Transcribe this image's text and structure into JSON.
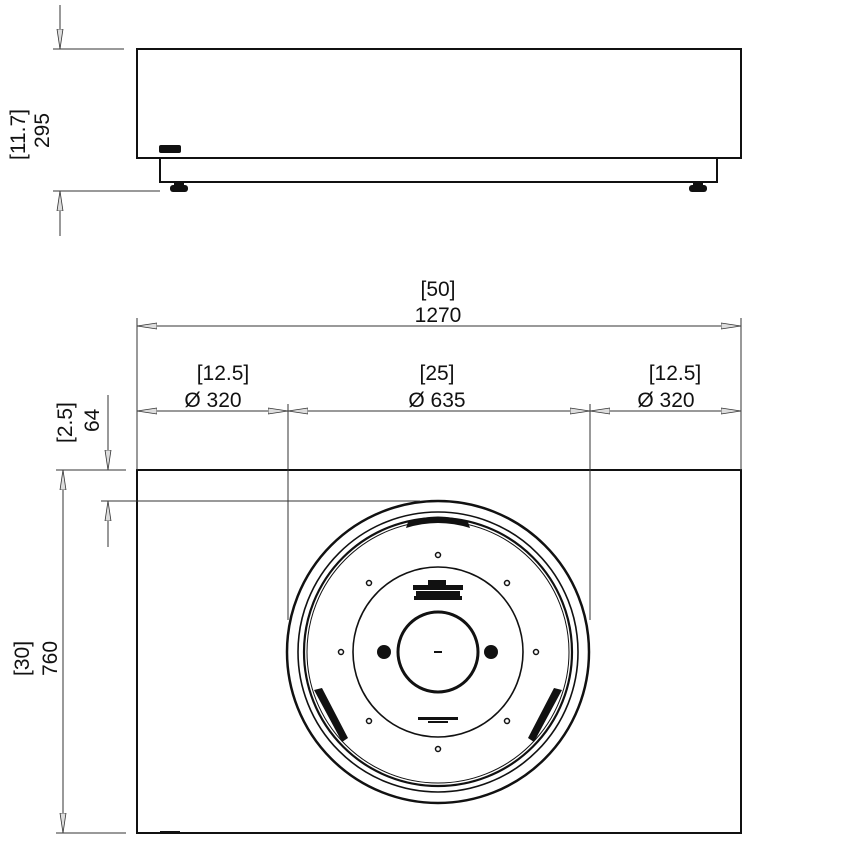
{
  "drawing": {
    "type": "technical-dimension-drawing",
    "views": [
      "side-elevation",
      "top-plan"
    ],
    "units": {
      "primary": "mm",
      "secondary": "in (bracketed)"
    },
    "colors": {
      "line": "#111111",
      "background": "#ffffff",
      "dim_line": "#333333"
    }
  },
  "side_view": {
    "height": {
      "mm": "295",
      "in": "[11.7]"
    }
  },
  "top_view": {
    "overall_width": {
      "mm": "1270",
      "in": "[50]"
    },
    "left_margin": {
      "mm": "Ø 320",
      "in": "[12.5]"
    },
    "burner_diameter": {
      "mm": "Ø 635",
      "in": "[25]"
    },
    "right_margin": {
      "mm": "Ø 320",
      "in": "[12.5]"
    },
    "depth": {
      "mm": "760",
      "in": "[30]"
    },
    "burner_offset": {
      "mm": "64",
      "in": "[2.5]"
    }
  }
}
